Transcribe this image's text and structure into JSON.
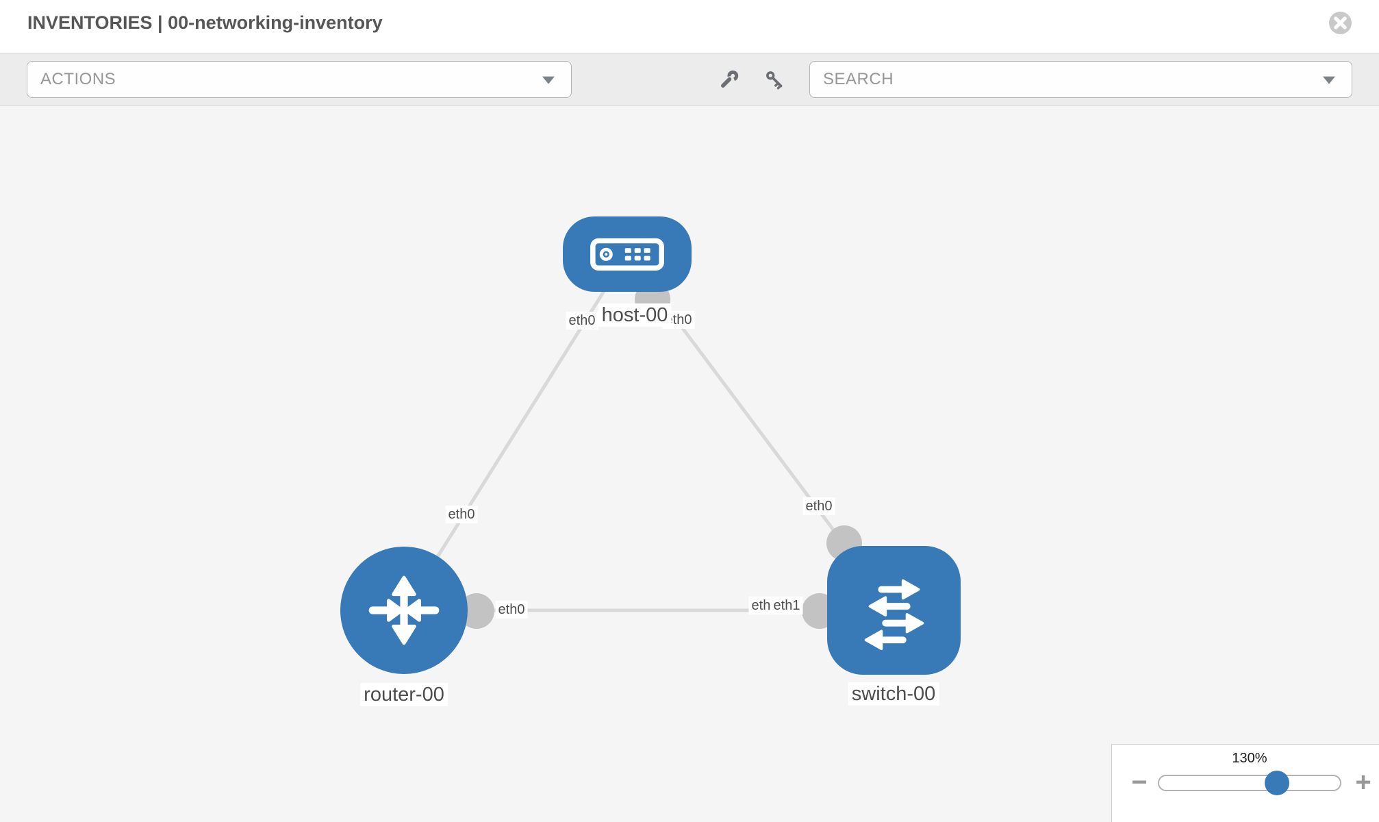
{
  "header": {
    "title": "INVENTORIES | 00-networking-inventory",
    "close_icon": "circle-x-icon"
  },
  "toolbar": {
    "actions_dropdown": {
      "label": "ACTIONS",
      "caret_icon": "caret-down-icon"
    },
    "tool_icons": [
      "wrench-icon",
      "key-icon"
    ],
    "search_dropdown": {
      "label": "SEARCH",
      "caret_icon": "caret-down-icon"
    }
  },
  "topology": {
    "nodes": [
      {
        "id": "host-00",
        "label": "host-00",
        "type": "host",
        "icon": "host-icon"
      },
      {
        "id": "router-00",
        "label": "router-00",
        "type": "router",
        "icon": "router-icon"
      },
      {
        "id": "switch-00",
        "label": "switch-00",
        "type": "switch",
        "icon": "switch-icon"
      }
    ],
    "links": [
      {
        "source": "host-00",
        "target": "router-00",
        "source_if": "eth0",
        "target_if": "eth0"
      },
      {
        "source": "host-00",
        "target": "switch-00",
        "source_if": "eth0",
        "target_if": "eth0"
      },
      {
        "source": "router-00",
        "target": "switch-00",
        "source_if": "eth0",
        "target_if": "eth1",
        "target_if_overlapped": "eth1"
      }
    ]
  },
  "zoom_control": {
    "level": "130%",
    "minus_label": "−",
    "plus_label": "+",
    "value_percent": 130
  },
  "colors": {
    "node_blue": "#377ab7",
    "link_gray": "#d9d9d9",
    "dot_gray": "#c3c3c3",
    "canvas_bg": "#f5f5f5",
    "toolbar_bg": "#ececec"
  }
}
